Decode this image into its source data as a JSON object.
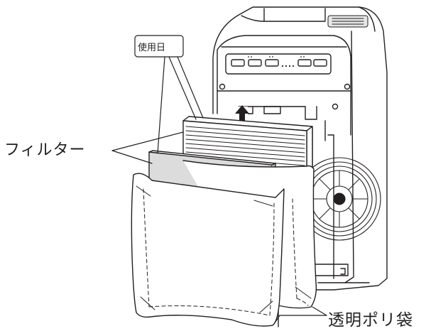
{
  "labels": {
    "usage_date": "使用日",
    "filter": "フィルター",
    "plastic_bag": "透明ポリ袋"
  }
}
